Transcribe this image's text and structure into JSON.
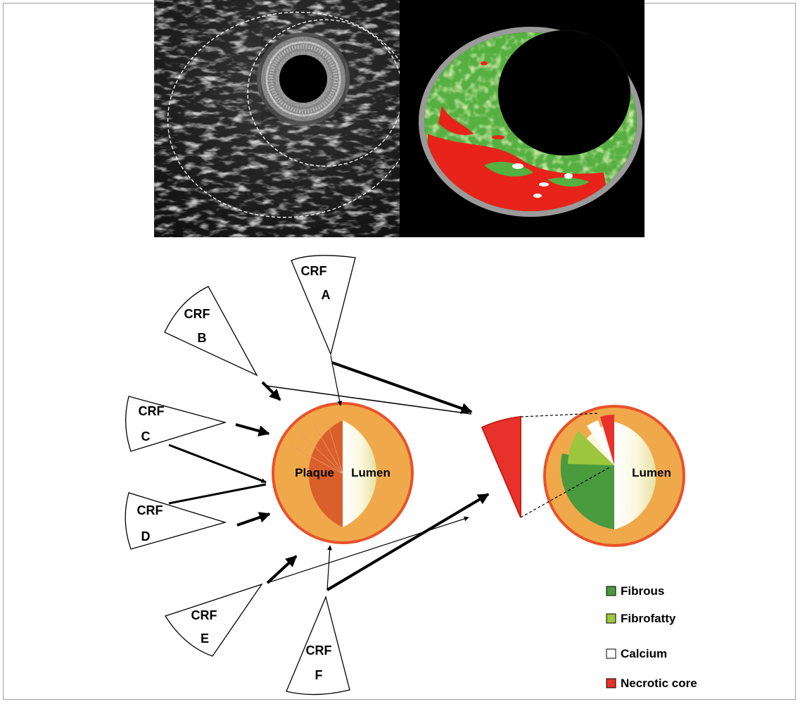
{
  "crf_sectors": [
    {
      "id": "A",
      "line1": "CRF",
      "line2": "A"
    },
    {
      "id": "B",
      "line1": "CRF",
      "line2": "B"
    },
    {
      "id": "C",
      "line1": "CRF",
      "line2": "C"
    },
    {
      "id": "D",
      "line1": "CRF",
      "line2": "D"
    },
    {
      "id": "E",
      "line1": "CRF",
      "line2": "E"
    },
    {
      "id": "F",
      "line1": "CRF",
      "line2": "F"
    }
  ],
  "left_vessel": {
    "plaque_label": "Plaque",
    "lumen_label": "Lumen"
  },
  "right_vessel": {
    "lumen_label": "Lumen"
  },
  "legend": [
    {
      "label": "Fibrous",
      "color": "#4a9a3e"
    },
    {
      "label": "Fibrofatty",
      "color": "#9cc63c"
    },
    {
      "label": "Calcium",
      "color": "#ffffff"
    },
    {
      "label": "Necrotic core",
      "color": "#e8312a"
    }
  ],
  "colors": {
    "adventitia": "#f0a94a",
    "outer_ring": "#e8522a",
    "plaque": "#d95f2b",
    "lumen": "#fbf7dc",
    "necrotic": "#e8312a",
    "fibrous": "#4a9a3e",
    "fibrofatty": "#9cc63c",
    "vh_fibrous": "#55b041",
    "vh_fibrofatty": "#a8d468",
    "vh_necrotic": "#e8231a",
    "vh_media": "#9a9a9a"
  }
}
